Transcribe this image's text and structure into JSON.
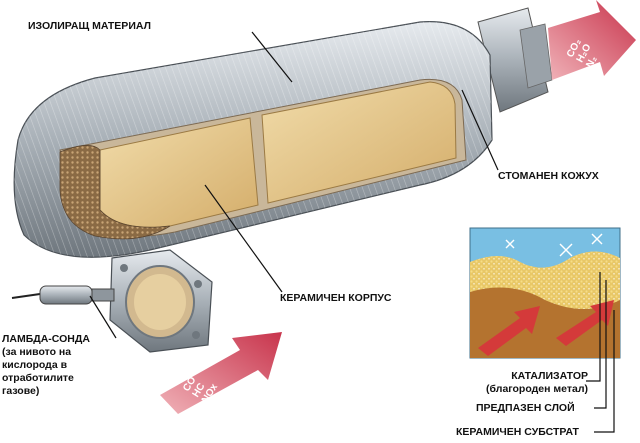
{
  "labels": {
    "insulation": "ИЗОЛИРАЩ МАТЕРИАЛ",
    "steel_shell": "СТОМАНЕН КОЖУХ",
    "ceramic_body": "КЕРАМИЧЕН КОРПУС",
    "lambda_title": "ЛАМБДА-СОНДА",
    "lambda_desc": "(за нивото на кислорода в отработилите газове)",
    "catalyst": "КАТАЛИЗАТОР",
    "catalyst_desc": "(благороден метал)",
    "washcoat": "ПРЕДПАЗЕН СЛОЙ",
    "substrate": "КЕРАМИЧЕН СУБСТРАТ"
  },
  "gases_in": [
    "CO",
    "HC",
    "NOx"
  ],
  "gases_out": [
    "CO₂",
    "H₂O",
    "N₂"
  ],
  "colors": {
    "shell": "#b9c0c6",
    "ceramic": "#e2c58c",
    "arrow": "#c8344c",
    "substrate": "#b4732f",
    "washcoat": "#e8c766",
    "catalyst_bg": "#79bfe3"
  }
}
